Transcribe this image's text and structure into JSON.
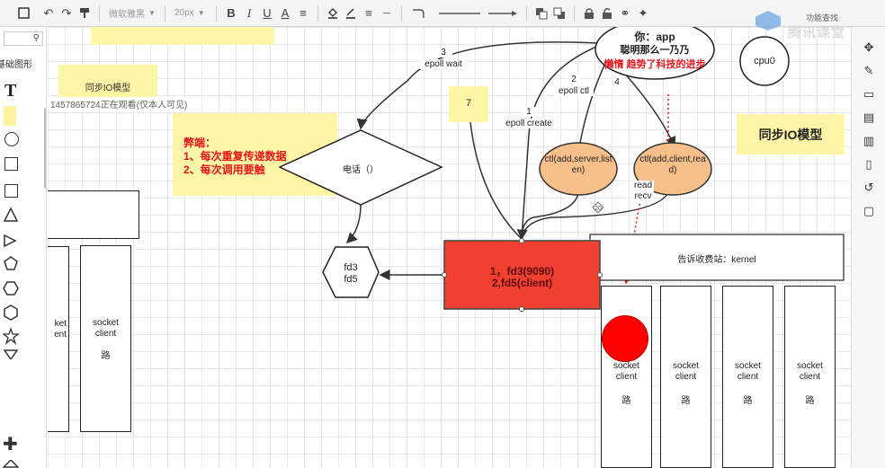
{
  "toolbar": {
    "font_family": "微软雅黑",
    "font_size": "20px"
  },
  "left_panel": {
    "section_title": "基础图形"
  },
  "watermark": {
    "label": "功能查找",
    "brand": "腾讯课堂"
  },
  "live_badge": {
    "text": "1457865724正在观看(仅本人可见)"
  },
  "diagram": {
    "app_bubble": {
      "line1": "你：app",
      "line2": "聪明那么一乃乃",
      "line3": "懒惰 趋势了科技的进步"
    },
    "cpu_label": "cpu0",
    "sync_io_note": "同步IO模型",
    "sync_io_note_small": "同步IO模型",
    "note_seven": "7",
    "drawback": {
      "title": "弊端：",
      "item1": "1、每次重复传递数据",
      "item2": "2、每次调用要触"
    },
    "decision_label": "电话（）",
    "hex_line1": "fd3",
    "hex_line2": "fd5",
    "red_line1": "1，fd3(9090)",
    "red_line2": "2,fd5(client)",
    "ctl_server": "ctl(add,server,listen)",
    "ctl_client": "ctl(add,client,read)",
    "kernel_label": "告诉收费站：kernel",
    "edge_epoll_wait": {
      "num": "3",
      "text": "epoll wait"
    },
    "edge_epoll_ctl": {
      "num": "2",
      "text": "epoll ctl"
    },
    "edge_epoll_create": {
      "num": "1",
      "text": "epoll create"
    },
    "edge_four": "4",
    "read_recv": {
      "l1": "read",
      "l2": "recv"
    },
    "sockets": [
      {
        "line1": "socket",
        "line2": "client",
        "line3": "路"
      },
      {
        "line1": "socket",
        "line2": "client",
        "line3": "路"
      },
      {
        "line1": "socket",
        "line2": "client",
        "line3": "路"
      },
      {
        "line1": "socket",
        "line2": "client",
        "line3": "路"
      }
    ],
    "left_socket": {
      "line1": "socket",
      "line2": "client",
      "line3": "路"
    },
    "left_socket_partial": {
      "line1": "ket",
      "line2": "ent"
    }
  },
  "colors": {
    "sticky": "#fff5a6",
    "red_box": "#f04030",
    "orange": "#f7c08a",
    "red_text": "#e8151b",
    "red_dot": "#ff0000"
  }
}
